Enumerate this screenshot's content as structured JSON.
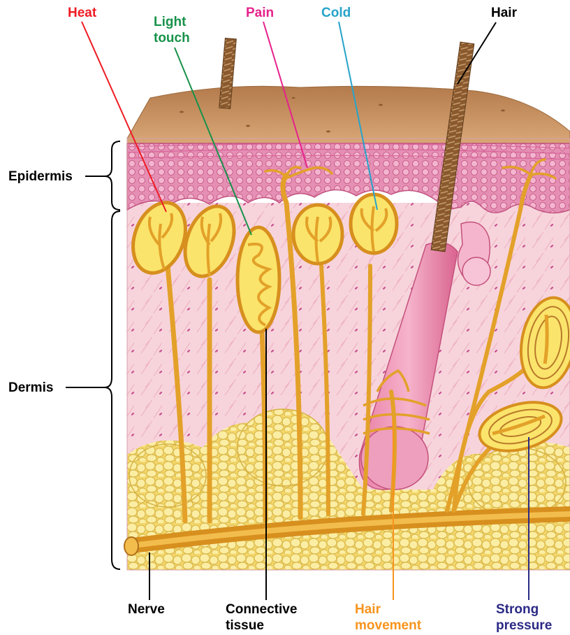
{
  "labels": {
    "heat": "Heat",
    "light_touch": "Light\ntouch",
    "pain": "Pain",
    "cold": "Cold",
    "hair": "Hair",
    "epidermis": "Epidermis",
    "dermis": "Dermis",
    "nerve": "Nerve",
    "connective_tissue": "Connective\ntissue",
    "hair_movement": "Hair\nmovement",
    "strong_pressure": "Strong\npressure"
  },
  "colors": {
    "heat": "#ee1c24",
    "light_touch": "#17924a",
    "pain": "#e6228c",
    "cold": "#27a3c9",
    "hair": "#000000",
    "epidermis": "#000000",
    "dermis": "#000000",
    "nerve": "#000000",
    "connective_tissue": "#000000",
    "hair_movement": "#f7941d",
    "strong_pressure": "#2b2a86",
    "skin_surface": "#c9925f",
    "epidermis_fill": "#e79ab9",
    "dermis_fill": "#f7d3dc",
    "fat_fill": "#f6e388",
    "nerve_fill": "#e9a22a",
    "receptor_fill": "#fbe46b"
  }
}
